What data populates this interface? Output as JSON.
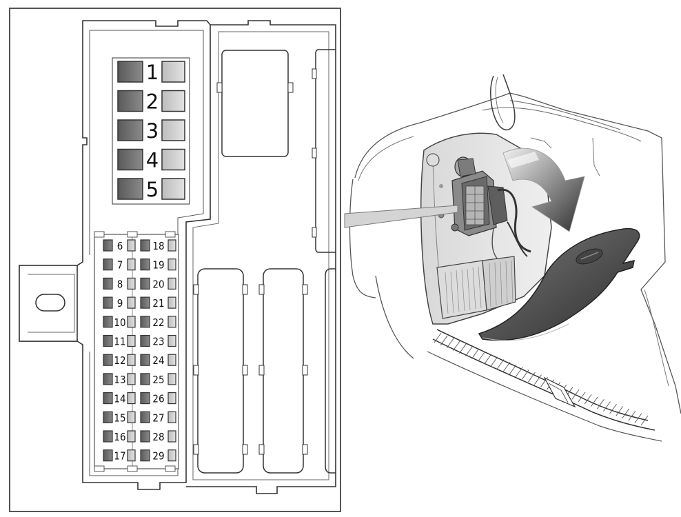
{
  "large_fuses": [
    {
      "number": "1"
    },
    {
      "number": "2"
    },
    {
      "number": "3"
    },
    {
      "number": "4"
    },
    {
      "number": "5"
    }
  ],
  "small_fuses_left": [
    {
      "number": "6"
    },
    {
      "number": "7"
    },
    {
      "number": "8"
    },
    {
      "number": "9"
    },
    {
      "number": "10"
    },
    {
      "number": "11"
    },
    {
      "number": "12"
    },
    {
      "number": "13"
    },
    {
      "number": "14"
    },
    {
      "number": "15"
    },
    {
      "number": "16"
    },
    {
      "number": "17"
    }
  ],
  "small_fuses_right": [
    {
      "number": "18"
    },
    {
      "number": "19"
    },
    {
      "number": "20"
    },
    {
      "number": "21"
    },
    {
      "number": "22"
    },
    {
      "number": "23"
    },
    {
      "number": "24"
    },
    {
      "number": "25"
    },
    {
      "number": "26"
    },
    {
      "number": "27"
    },
    {
      "number": "28"
    },
    {
      "number": "29"
    }
  ],
  "colors": {
    "fuse_dark": "#6e6e6e",
    "fuse_light": "#c9c9c9",
    "outline": "#333333",
    "panel_fill": "#ffffff",
    "frame": "#555555",
    "shadow": "#3c3c3c"
  }
}
